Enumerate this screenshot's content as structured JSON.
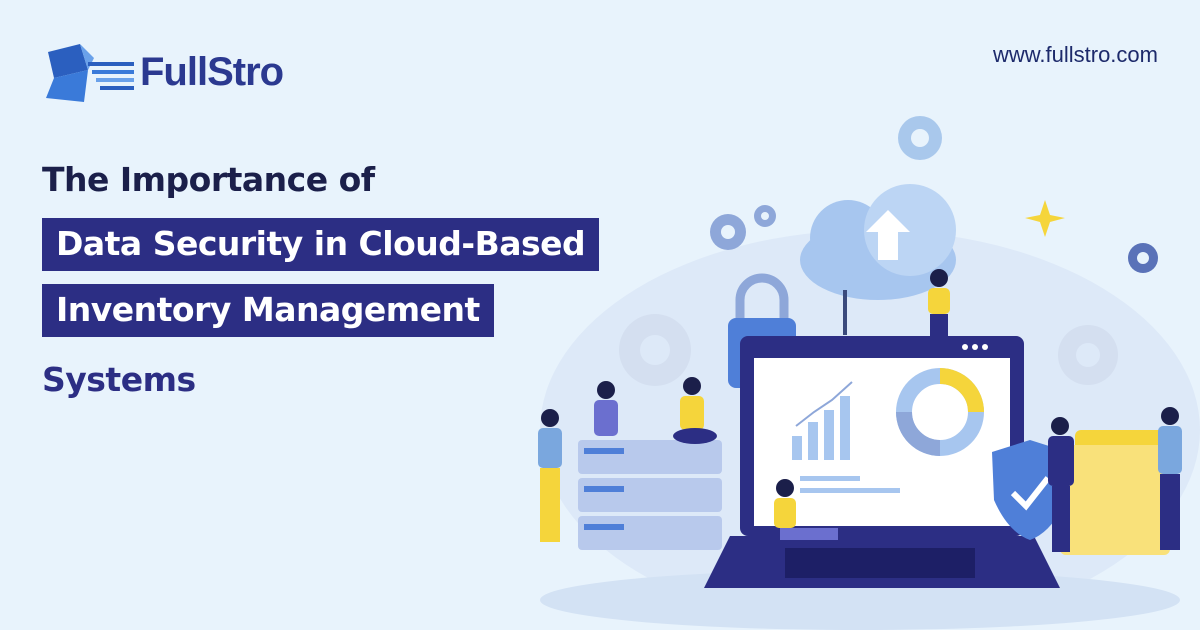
{
  "brand": {
    "name": "FullStro",
    "website": "www.fullstro.com"
  },
  "headline": {
    "line1": "The Importance of",
    "line2": "Data Security in Cloud-Based",
    "line3": "Inventory Management",
    "line4": "Systems"
  },
  "colors": {
    "background": "#e8f3fc",
    "navy": "#2c2e84",
    "dark_text": "#1b1f4a",
    "accent_blue": "#4f7fd8",
    "light_blue": "#a7c6ef",
    "yellow": "#f5d53b"
  },
  "illustration": {
    "icons": [
      "cloud-upload-icon",
      "padlock-icon",
      "shield-check-icon",
      "gear-icon",
      "server-rack-icon",
      "laptop-icon",
      "folder-icon",
      "sparkle-icon"
    ]
  }
}
